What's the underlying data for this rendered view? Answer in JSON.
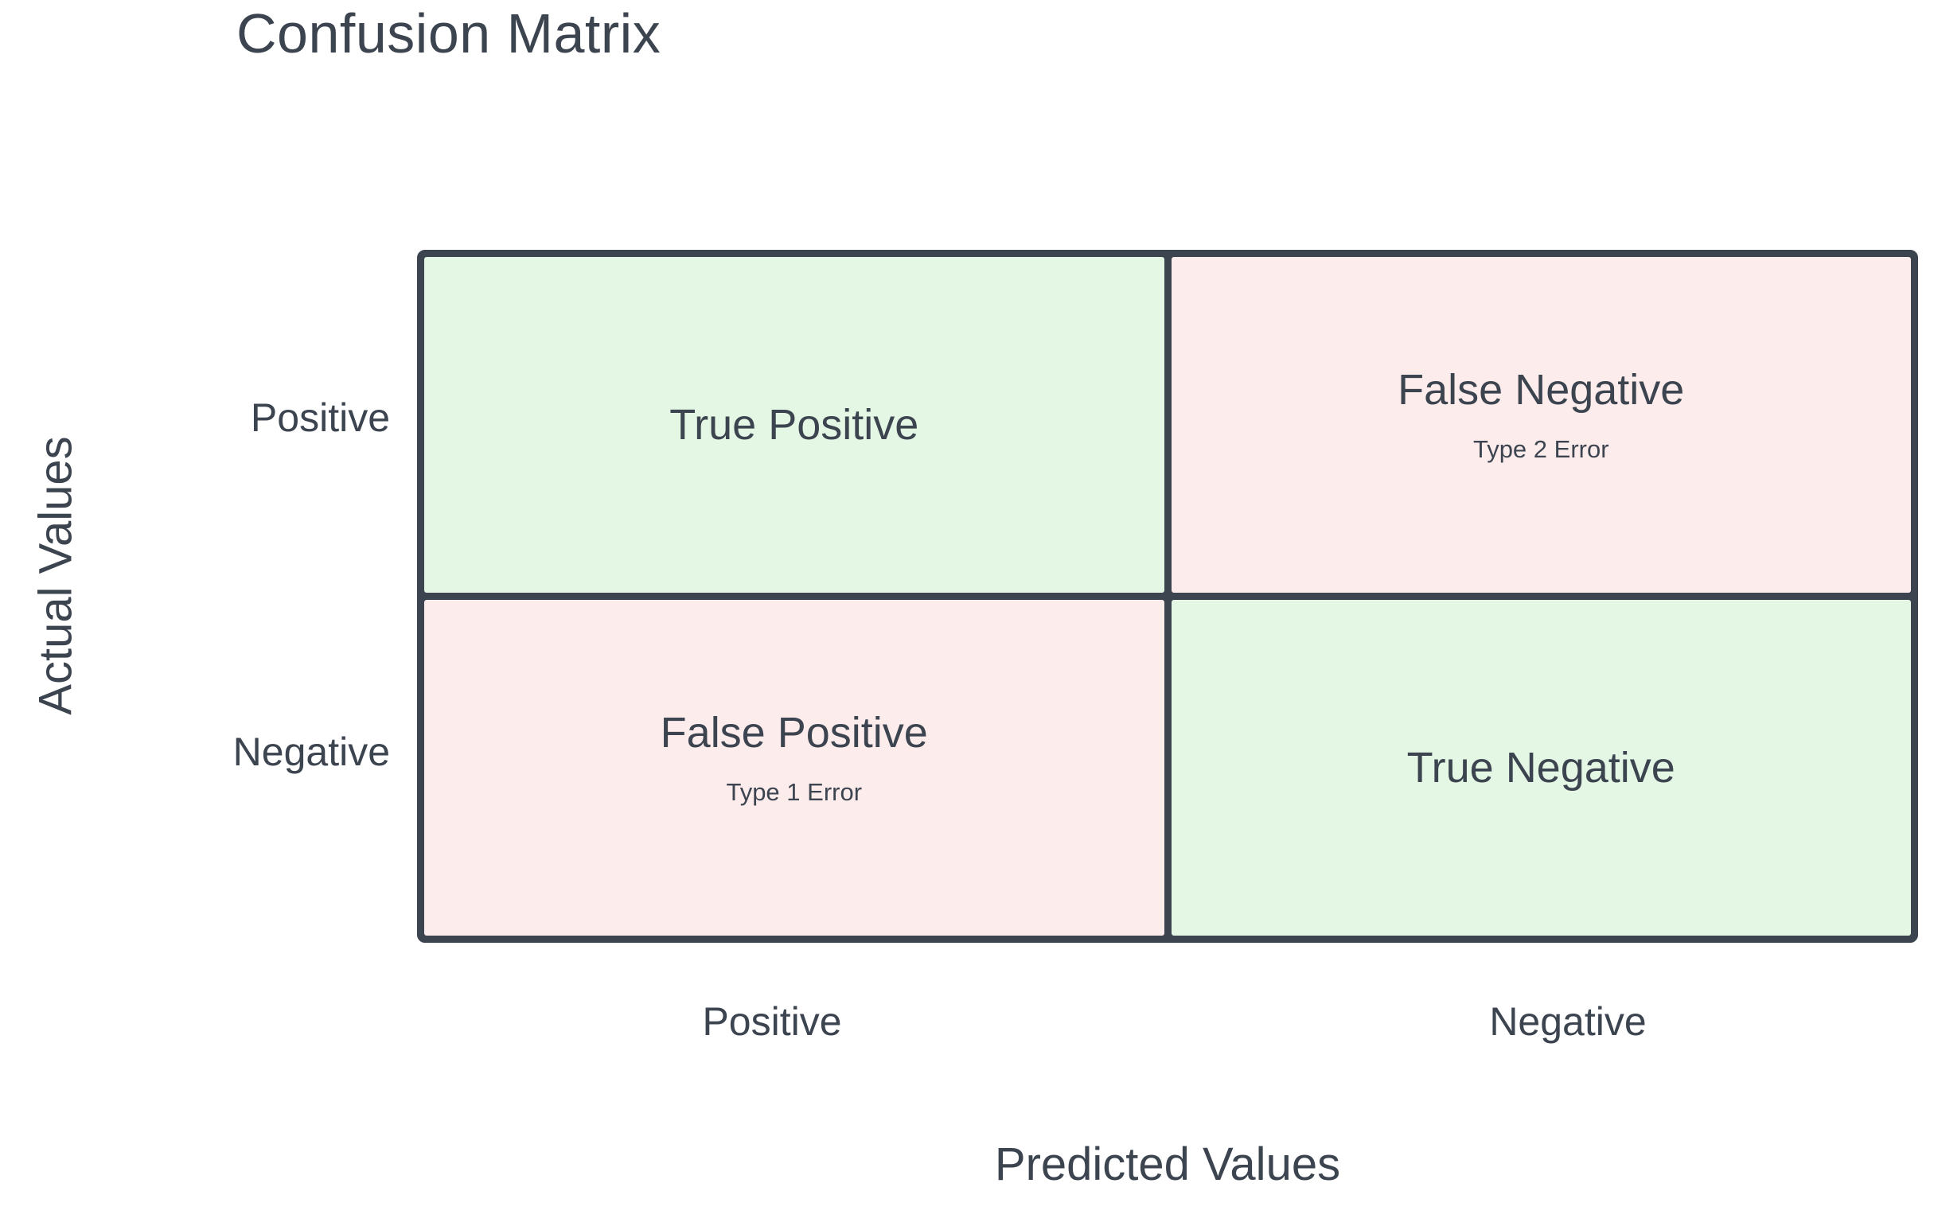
{
  "title": "Confusion Matrix",
  "colors": {
    "text": "#3c4450",
    "border": "#3c4450",
    "correct_fill": "#e3f7e4",
    "error_fill": "#fdecec",
    "background": "#ffffff"
  },
  "axes": {
    "y_title": "Actual Values",
    "x_title": "Predicted Values",
    "y_ticks": [
      "Positive",
      "Negative"
    ],
    "x_ticks": [
      "Positive",
      "Negative"
    ]
  },
  "chart_data": {
    "type": "table",
    "title": "Confusion Matrix",
    "xlabel": "Predicted Values",
    "ylabel": "Actual Values",
    "columns": [
      "Positive",
      "Negative"
    ],
    "rows": [
      "Positive",
      "Negative"
    ],
    "cells": [
      {
        "row": "Positive",
        "column": "Positive",
        "label": "True Positive",
        "sublabel": "",
        "kind": "correct",
        "fill": "#e3f7e4"
      },
      {
        "row": "Positive",
        "column": "Negative",
        "label": "False Negative",
        "sublabel": "Type 2 Error",
        "kind": "error",
        "fill": "#fdecec"
      },
      {
        "row": "Negative",
        "column": "Positive",
        "label": "False Positive",
        "sublabel": "Type 1 Error",
        "kind": "error",
        "fill": "#fdecec"
      },
      {
        "row": "Negative",
        "column": "Negative",
        "label": "True Negative",
        "sublabel": "",
        "kind": "correct",
        "fill": "#e3f7e4"
      }
    ],
    "legend": [],
    "grid": true
  }
}
